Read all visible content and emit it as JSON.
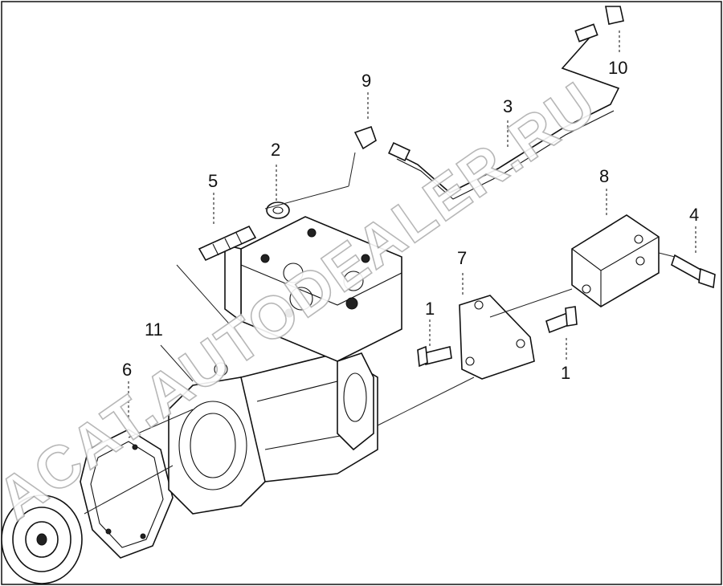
{
  "watermark": "ACAT.AUTODEALER.RU",
  "callouts": {
    "c1a": "1",
    "c1b": "1",
    "c2": "2",
    "c3": "3",
    "c4": "4",
    "c5": "5",
    "c6": "6",
    "c7": "7",
    "c8": "8",
    "c9": "9",
    "c10": "10",
    "c11": "11"
  }
}
